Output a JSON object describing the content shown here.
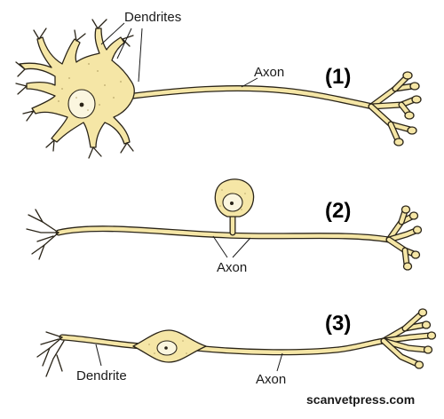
{
  "labels": {
    "n1_dendrites": "Dendrites",
    "n1_axon": "Axon",
    "n1_number": "(1)",
    "n2_axon": "Axon",
    "n2_number": "(2)",
    "n3_dendrite": "Dendrite",
    "n3_axon": "Axon",
    "n3_number": "(3)",
    "credit": "scanvetpress.com"
  },
  "colors": {
    "cell_fill": "#f5e6a6",
    "outline": "#2a2418",
    "text": "#1a1a1a",
    "background": "#ffffff"
  }
}
